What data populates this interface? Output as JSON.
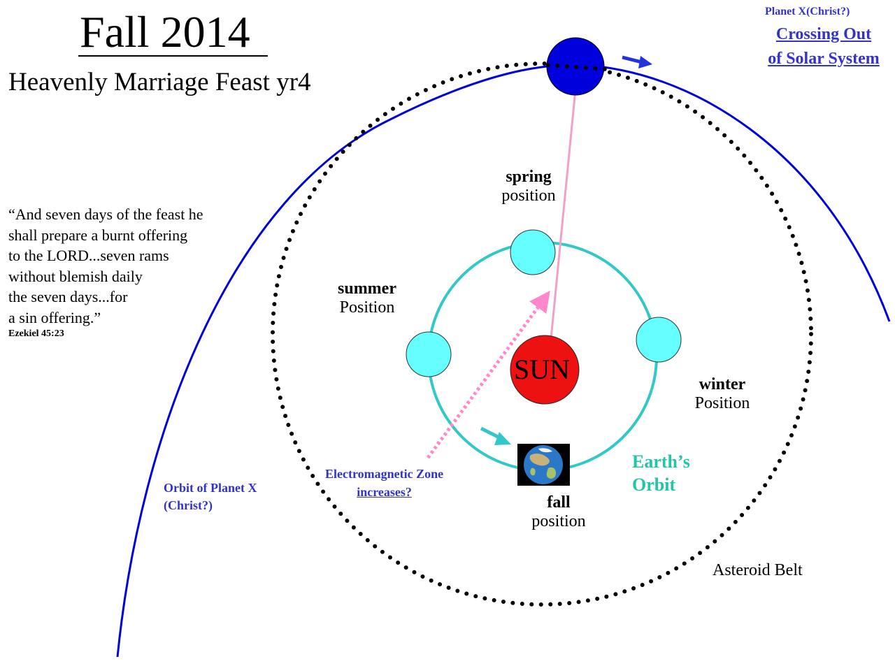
{
  "title": {
    "season": "Fall",
    "year": "2014",
    "subtitle": "Heavenly Marriage Feast yr4"
  },
  "quote": {
    "lines": [
      "“And seven days of the feast he",
      "shall prepare a burnt offering",
      "to the LORD...seven rams",
      "without blemish daily",
      "the seven days...for",
      "a sin offering.”"
    ],
    "reference": "Ezekiel 45:23"
  },
  "planet_x": {
    "label": "Planet X(Christ?)",
    "crossing": "Crossing Out of Solar System",
    "orbit_label_line1": "Orbit of Planet X",
    "orbit_label_line2": "(Christ?)"
  },
  "sun": {
    "label": "SUN"
  },
  "positions": {
    "spring": {
      "bold": "spring",
      "regular": "position"
    },
    "summer": {
      "bold": "summer",
      "regular": "Position"
    },
    "winter": {
      "bold": "winter",
      "regular": "Position"
    },
    "fall": {
      "bold": "fall",
      "regular": "position"
    }
  },
  "em_zone": {
    "line1": "Electromagnetic Zone",
    "line2": "increases?"
  },
  "earth_orbit": {
    "line1": "Earth’s",
    "line2": "Orbit"
  },
  "asteroid_belt": {
    "label": "Asteroid Belt"
  },
  "colors": {
    "planet_x": "#0000dd",
    "sun": "#ee1111",
    "earth_orbit": "#33c8c8",
    "earth_positions": "#66ffff",
    "label_blue": "#3333cc",
    "label_teal": "#22c6a6",
    "connector_pink": "#f2a0c8"
  }
}
